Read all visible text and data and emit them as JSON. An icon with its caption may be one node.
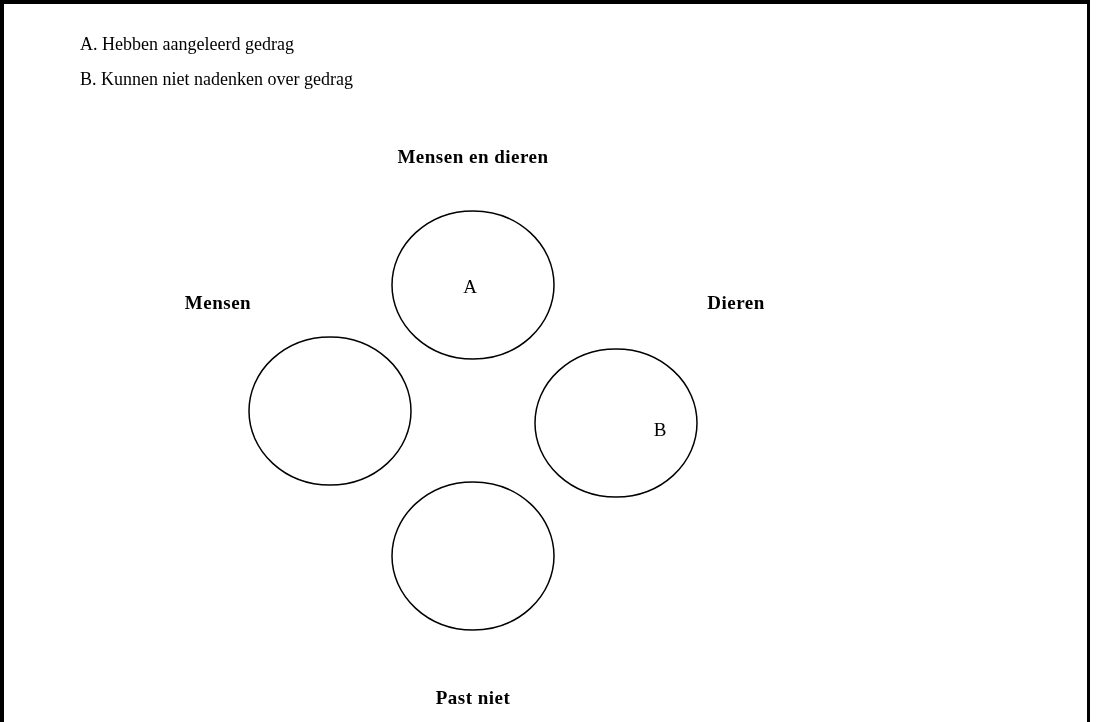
{
  "diagram": {
    "nodes": [
      {
        "text": [
          "Mensen en dieren",
          "A"
        ]
      },
      {
        "text": [
          "Mensen"
        ]
      },
      {
        "text": [
          "Dieren",
          "B"
        ]
      },
      {
        "text": [
          "Past niet"
        ]
      }
    ],
    "labels": [
      "A. Hebben aangeleerd gedrag",
      "B. Kunnen niet nadenken over gedrag"
    ]
  }
}
